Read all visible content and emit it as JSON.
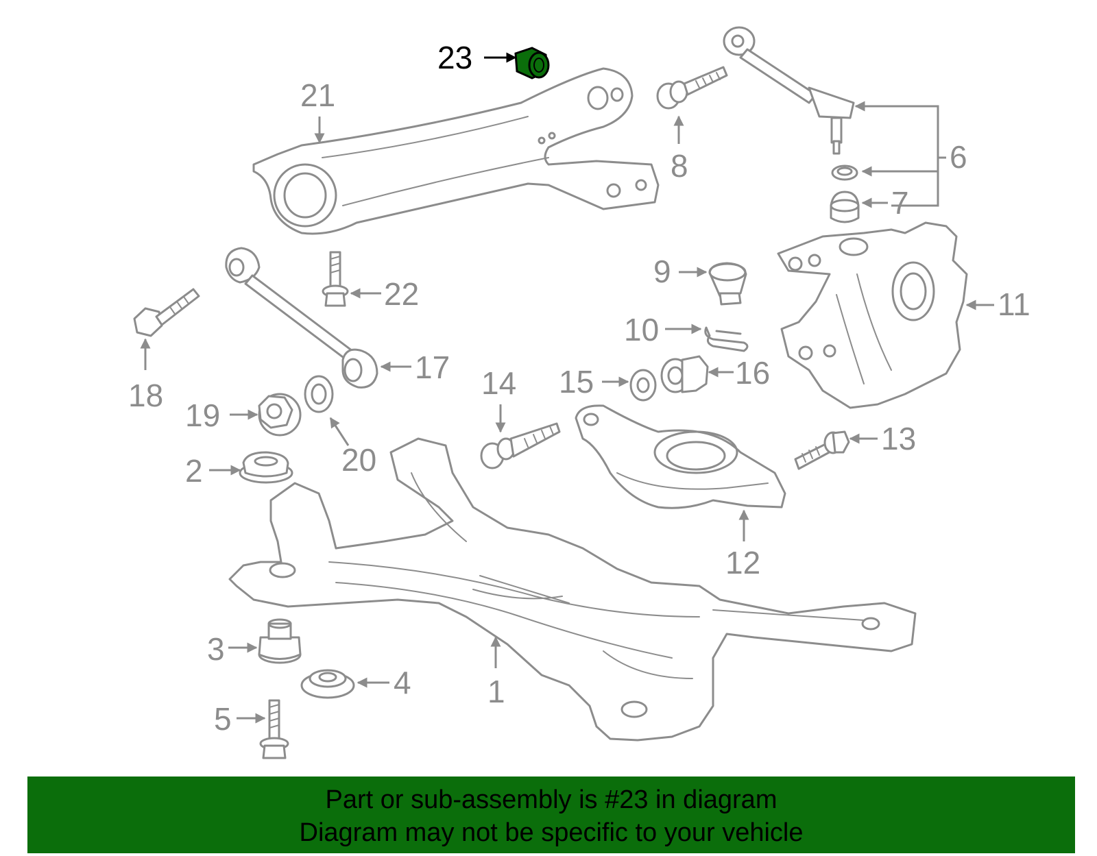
{
  "callouts": {
    "c1": "1",
    "c2": "2",
    "c3": "3",
    "c4": "4",
    "c5": "5",
    "c6": "6",
    "c7": "7",
    "c8": "8",
    "c9": "9",
    "c10": "10",
    "c11": "11",
    "c12": "12",
    "c13": "13",
    "c14": "14",
    "c15": "15",
    "c16": "16",
    "c17": "17",
    "c18": "18",
    "c19": "19",
    "c20": "20",
    "c21": "21",
    "c22": "22",
    "c23": "23"
  },
  "highlighted_part": "23",
  "colors": {
    "highlight": "#0b6e0b",
    "line": "#8c8c8c",
    "banner": "#0b6e0b"
  },
  "banner": {
    "line1": "Part or sub-assembly is #23 in diagram",
    "line2": "Diagram may not be specific to your vehicle"
  }
}
